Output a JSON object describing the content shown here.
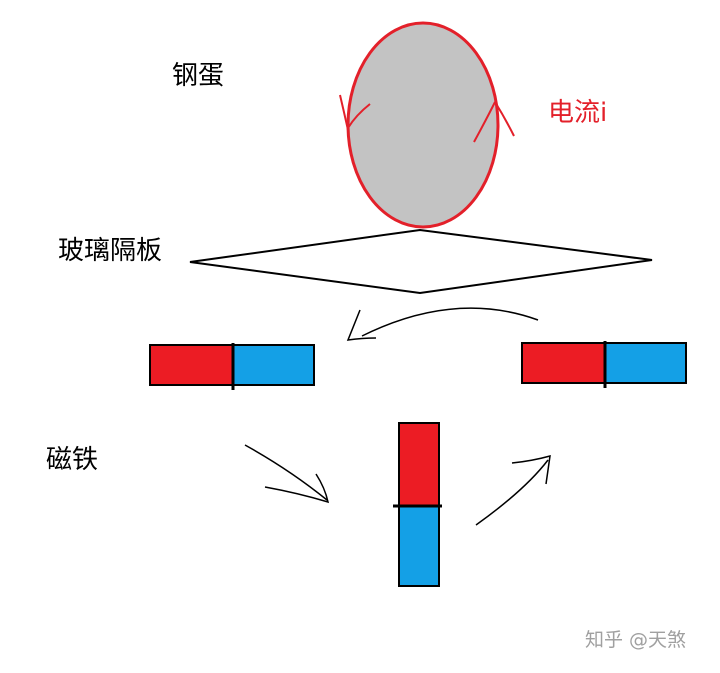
{
  "labels": {
    "egg": "钢蛋",
    "current": "电流i",
    "glass": "玻璃隔板",
    "magnet": "磁铁",
    "watermark": "知乎 @天煞"
  },
  "colors": {
    "egg_fill": "#c3c3c3",
    "egg_stroke": "#e3202a",
    "current_text": "#e3202a",
    "magnet_red": "#ec1c24",
    "magnet_blue": "#14a0e6",
    "outline": "#000000",
    "watermark": "#a0a0a0"
  },
  "icons": {
    "current_arrows": "curved-arrow-icon",
    "rotation_arrows": "curved-arrow-icon"
  }
}
